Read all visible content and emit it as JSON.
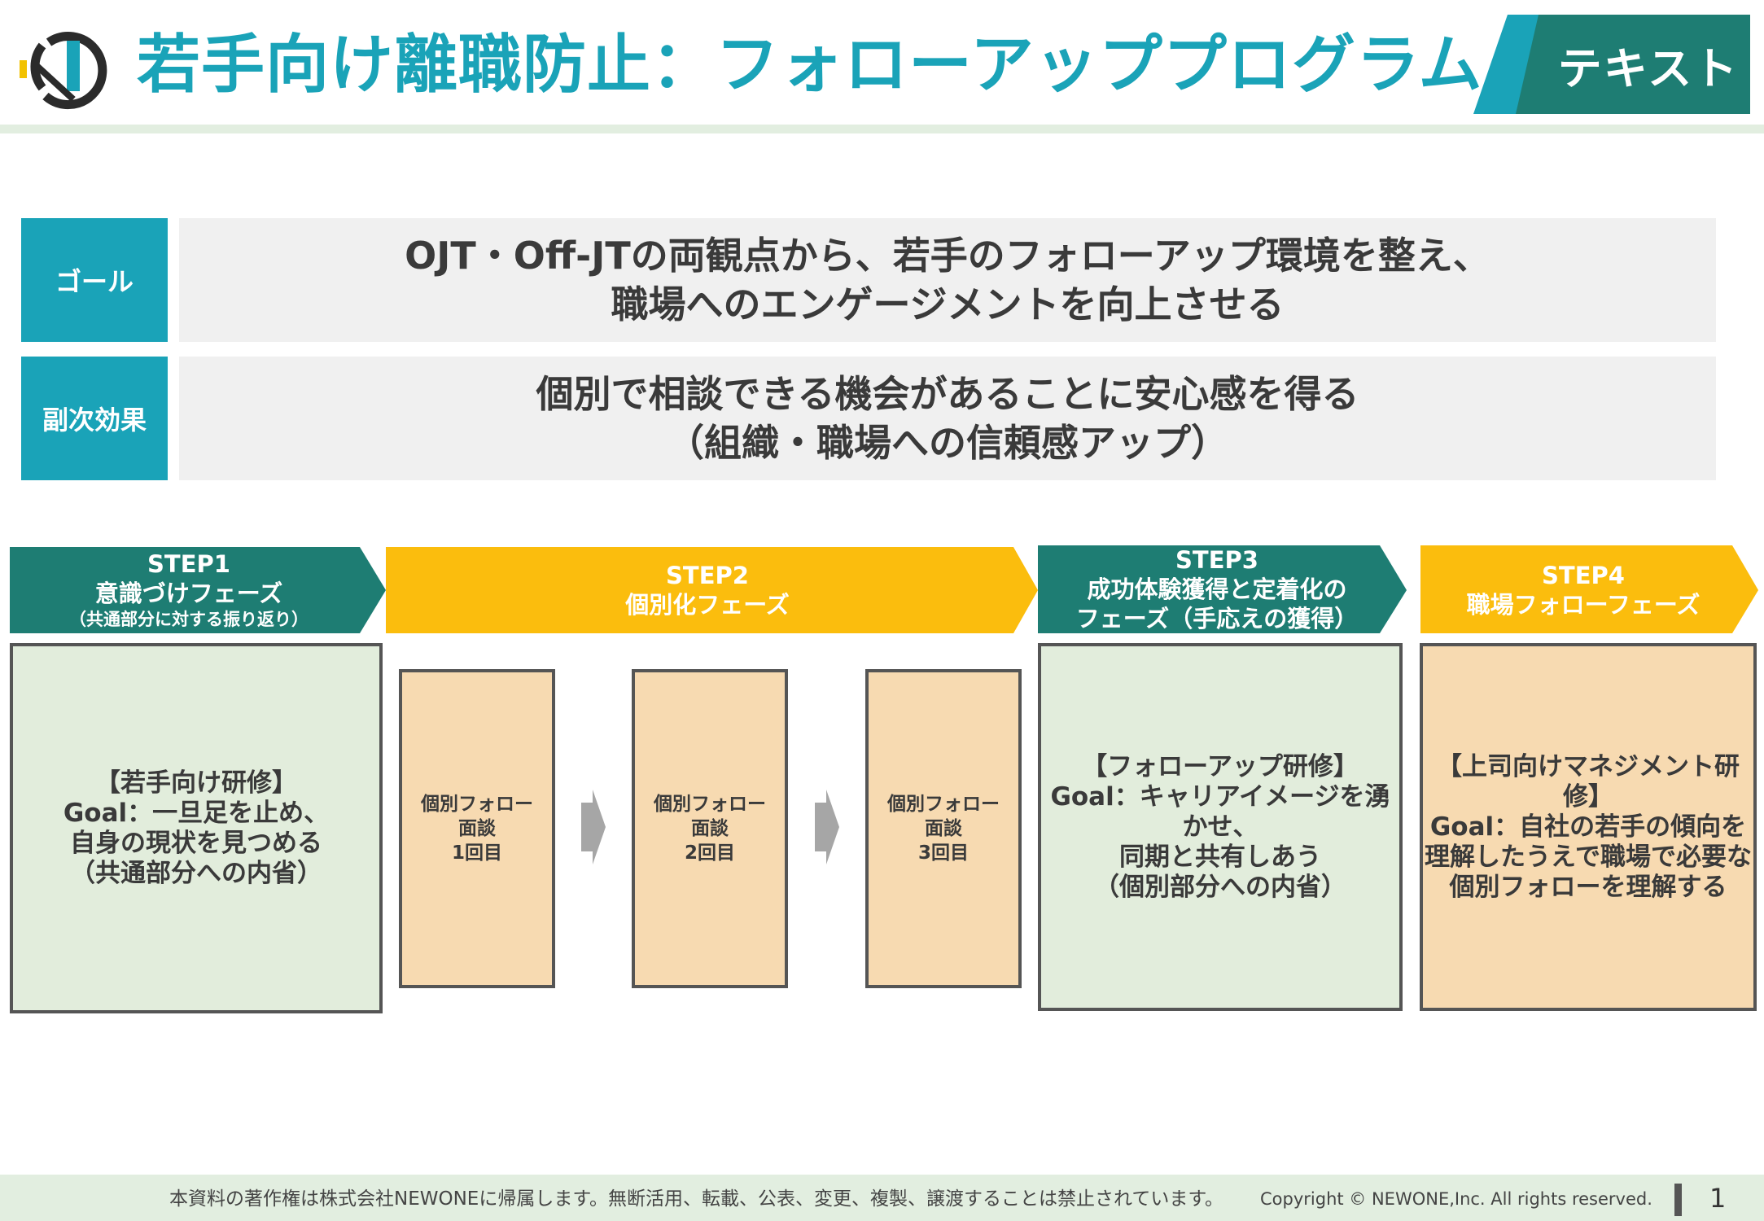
{
  "header": {
    "title": "若手向け離職防止：フォローアッププログラム",
    "badge": "テキスト",
    "logo_icon": "newone-logo-icon"
  },
  "goal_rows": [
    {
      "label": "ゴール",
      "lines": [
        "OJT・Off-JTの両観点から、若手のフォローアップ環境を整え、",
        "職場へのエンゲージメントを向上させる"
      ]
    },
    {
      "label": "副次効果",
      "lines": [
        "個別で相談できる機会があることに安心感を得る",
        "（組織・職場への信頼感アップ）"
      ]
    }
  ],
  "steps": [
    {
      "number": "STEP1",
      "name": "意識づけフェーズ",
      "note": "（共通部分に対する振り返り）",
      "color": "#1e7d73"
    },
    {
      "number": "STEP2",
      "name": "個別化フェーズ",
      "note": "",
      "color": "#fbbd0d"
    },
    {
      "number": "STEP3",
      "name": "成功体験獲得と定着化の",
      "name2": "フェーズ（手応えの獲得）",
      "color": "#1e7d73"
    },
    {
      "number": "STEP4",
      "name": "職場フォローフェーズ",
      "note": "",
      "color": "#fbbd0d"
    }
  ],
  "boxes": {
    "step1": [
      "【若手向け研修】",
      "Goal：一旦足を止め、",
      "自身の現状を見つめる",
      "（共通部分への内省）"
    ],
    "step2": [
      [
        "個別フォロー",
        "面談",
        "1回目"
      ],
      [
        "個別フォロー",
        "面談",
        "2回目"
      ],
      [
        "個別フォロー",
        "面談",
        "3回目"
      ]
    ],
    "step3": [
      "【フォローアップ研修】",
      "Goal：キャリアイメージを湧かせ、",
      "同期と共有しあう",
      "（個別部分への内省）"
    ],
    "step4": [
      "【上司向けマネジメント研修】",
      "Goal：自社の若手の傾向を",
      "理解したうえで職場で必要な",
      "個別フォローを理解する"
    ]
  },
  "footer": {
    "copyright": "本資料の著作権は株式会社NEWONEに帰属します。無断活用、転載、公表、変更、複製、譲渡することは禁止されています。",
    "rights": "Copyright © NEWONE,Inc.  All rights reserved.",
    "page": "1"
  },
  "colors": {
    "teal": "#1aa3b8",
    "dark_green": "#1e7d73",
    "yellow": "#fbbd0d",
    "light_green": "#e2eddc",
    "peach": "#f7dab1",
    "arrow_gray": "#a6a6a6"
  }
}
